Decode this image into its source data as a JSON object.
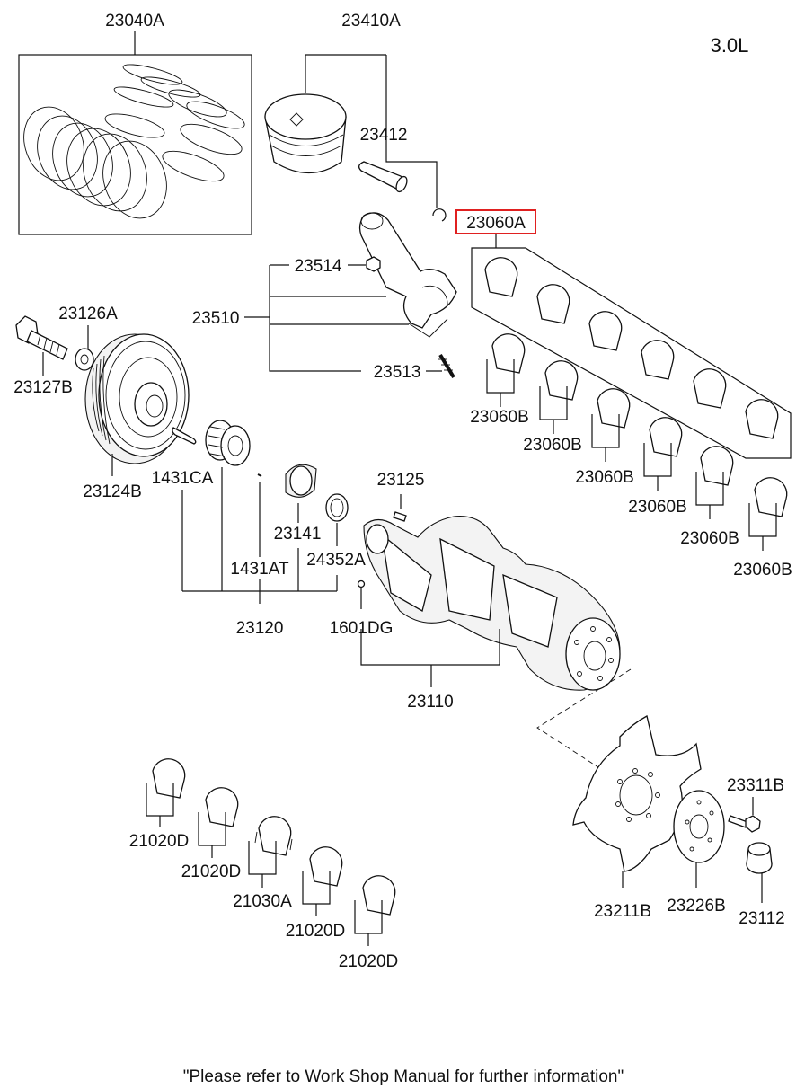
{
  "engine_label": "3.0L",
  "footer_note": "\"Please refer to Work Shop Manual for further information\"",
  "highlight_color": "#e02020",
  "highlighted_part": "23060A",
  "part_labels": {
    "p23040A": "23040A",
    "p23410A": "23410A",
    "p23412": "23412",
    "p23060A": "23060A",
    "p23514": "23514",
    "p23510": "23510",
    "p23513": "23513",
    "p23126A": "23126A",
    "p23127B": "23127B",
    "p23124B": "23124B",
    "p1431CA": "1431CA",
    "p23060B_1": "23060B",
    "p23060B_2": "23060B",
    "p23060B_3": "23060B",
    "p23060B_4": "23060B",
    "p23060B_5": "23060B",
    "p23060B_6": "23060B",
    "p23125": "23125",
    "p23141": "23141",
    "p24352A": "24352A",
    "p1431AT": "1431AT",
    "p23120": "23120",
    "p1601DG": "1601DG",
    "p23110": "23110",
    "p23311B": "23311B",
    "p21020D_1": "21020D",
    "p21020D_2": "21020D",
    "p21030A": "21030A",
    "p21020D_3": "21020D",
    "p21020D_4": "21020D",
    "p23211B": "23211B",
    "p23226B": "23226B",
    "p23112": "23112"
  }
}
